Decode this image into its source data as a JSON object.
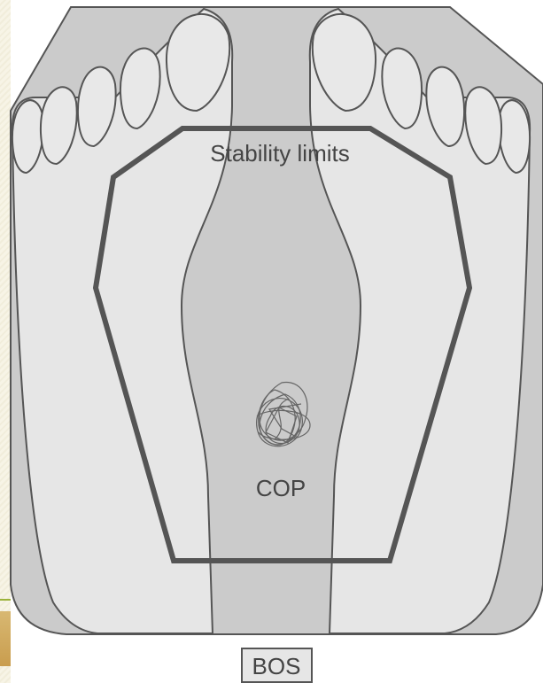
{
  "figure": {
    "labels": {
      "stability_limits": "Stability limits",
      "cop": "COP",
      "bos": "BOS"
    },
    "colors": {
      "foot_fill": "#e6e6e6",
      "base_fill": "#cccccc",
      "outline": "#555555",
      "stability_outline": "#555555",
      "text": "#444444"
    }
  }
}
